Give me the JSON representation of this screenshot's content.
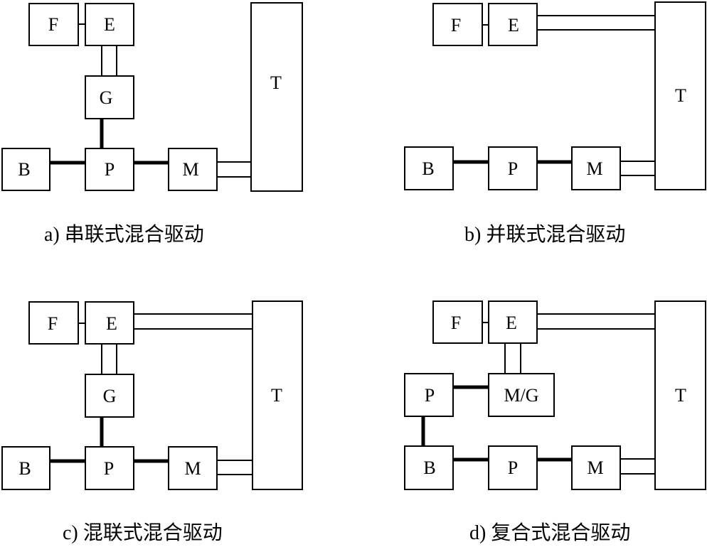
{
  "panels": {
    "a": {
      "caption": "a) 串联式混合驱动",
      "boxes": {
        "F": "F",
        "E": "E",
        "G": "G",
        "B": "B",
        "P": "P",
        "M": "M",
        "T": "T"
      }
    },
    "b": {
      "caption": "b) 并联式混合驱动",
      "boxes": {
        "F": "F",
        "E": "E",
        "B": "B",
        "P": "P",
        "M": "M",
        "T": "T"
      }
    },
    "c": {
      "caption": "c) 混联式混合驱动",
      "boxes": {
        "F": "F",
        "E": "E",
        "G": "G",
        "B": "B",
        "P": "P",
        "M": "M",
        "T": "T"
      }
    },
    "d": {
      "caption": "d) 复合式混合驱动",
      "boxes": {
        "F": "F",
        "E": "E",
        "P1": "P",
        "MG": "M/G",
        "B": "B",
        "P2": "P",
        "M": "M",
        "T": "T"
      }
    }
  }
}
